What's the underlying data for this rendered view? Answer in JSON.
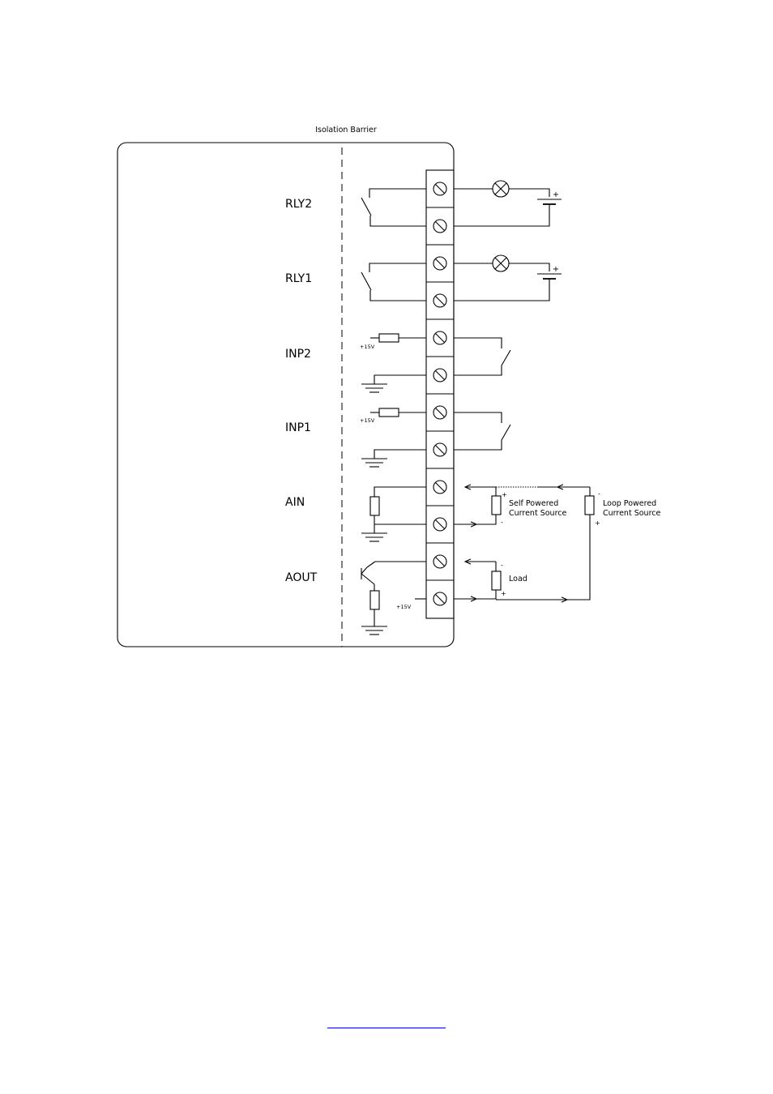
{
  "diagram": {
    "barrier_label": "Isolation Barrier",
    "channels": [
      {
        "id": "rly2",
        "label": "RLY2"
      },
      {
        "id": "rly1",
        "label": "RLY1"
      },
      {
        "id": "inp2",
        "label": "INP2"
      },
      {
        "id": "inp1",
        "label": "INP1"
      },
      {
        "id": "ain",
        "label": "AIN"
      },
      {
        "id": "aout",
        "label": "AOUT"
      }
    ],
    "supply_label": "+15V",
    "self_powered": {
      "line1": "Self Powered",
      "line2": "Current Source"
    },
    "loop_powered": {
      "line1": "Loop Powered",
      "line2": "Current Source"
    },
    "load_label": "Load",
    "plus": "+",
    "minus": "-"
  },
  "footer": {
    "link_text": ""
  }
}
